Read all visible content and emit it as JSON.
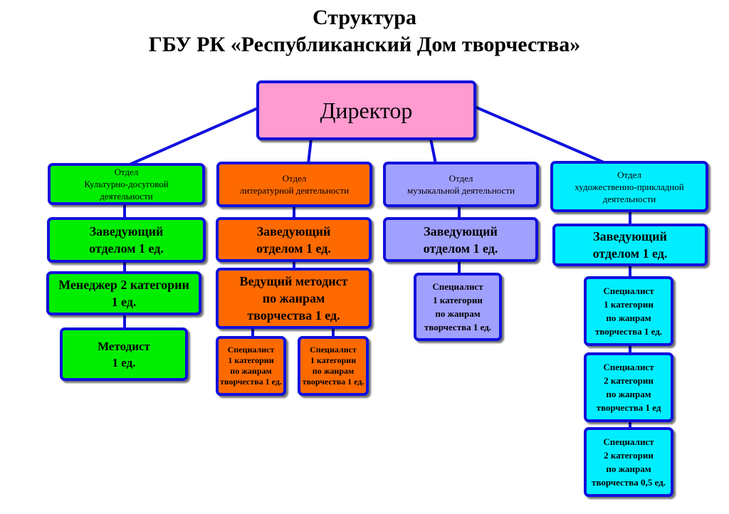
{
  "title": {
    "line1": "Структура",
    "line2": "ГБУ РК «Республиканский Дом творчества»"
  },
  "director": "Директор",
  "departments": [
    {
      "name": "Отдел\nКультурно-досуговой\nдеятельности",
      "head": "Заведующий\nотделом 1 ед.",
      "staff": [
        "Менеджер 2 категории\n1 ед.",
        "Методист\n1 ед."
      ]
    },
    {
      "name": "Отдел\nлитературной деятельности",
      "head": "Заведующий\nотделом 1 ед.",
      "lead": "Ведущий методист\nпо жанрам\nтворчества 1 ед.",
      "staff": [
        "Специалист\n1 категории\nпо жанрам\nтворчества 1 ед.",
        "Специалист\n1 категории\nпо жанрам\nтворчества 1 ед."
      ]
    },
    {
      "name": "Отдел\nмузыкальной деятельности",
      "head": "Заведующий\nотделом 1 ед.",
      "staff": [
        "Специалист\n1 категории\nпо жанрам\nтворчества 1 ед."
      ]
    },
    {
      "name": "Отдел\nхудожественно-прикладной\nдеятельности",
      "head": "Заведующий\nотделом 1 ед.",
      "staff": [
        "Специалист\n1 категории\nпо жанрам\nтворчества 1 ед.",
        "Специалист\n2 категории\nпо жанрам\nтворчества 1 ед",
        "Специалист\n2 категории\nпо жанрам\nтворчества 0,5 ед."
      ]
    }
  ],
  "colors": {
    "border": "#1010dd",
    "director": "#ff9bd0",
    "culture": "#00ee00",
    "literature": "#ff6a00",
    "music": "#a0a0ff",
    "applied_arts": "#00eeff"
  }
}
